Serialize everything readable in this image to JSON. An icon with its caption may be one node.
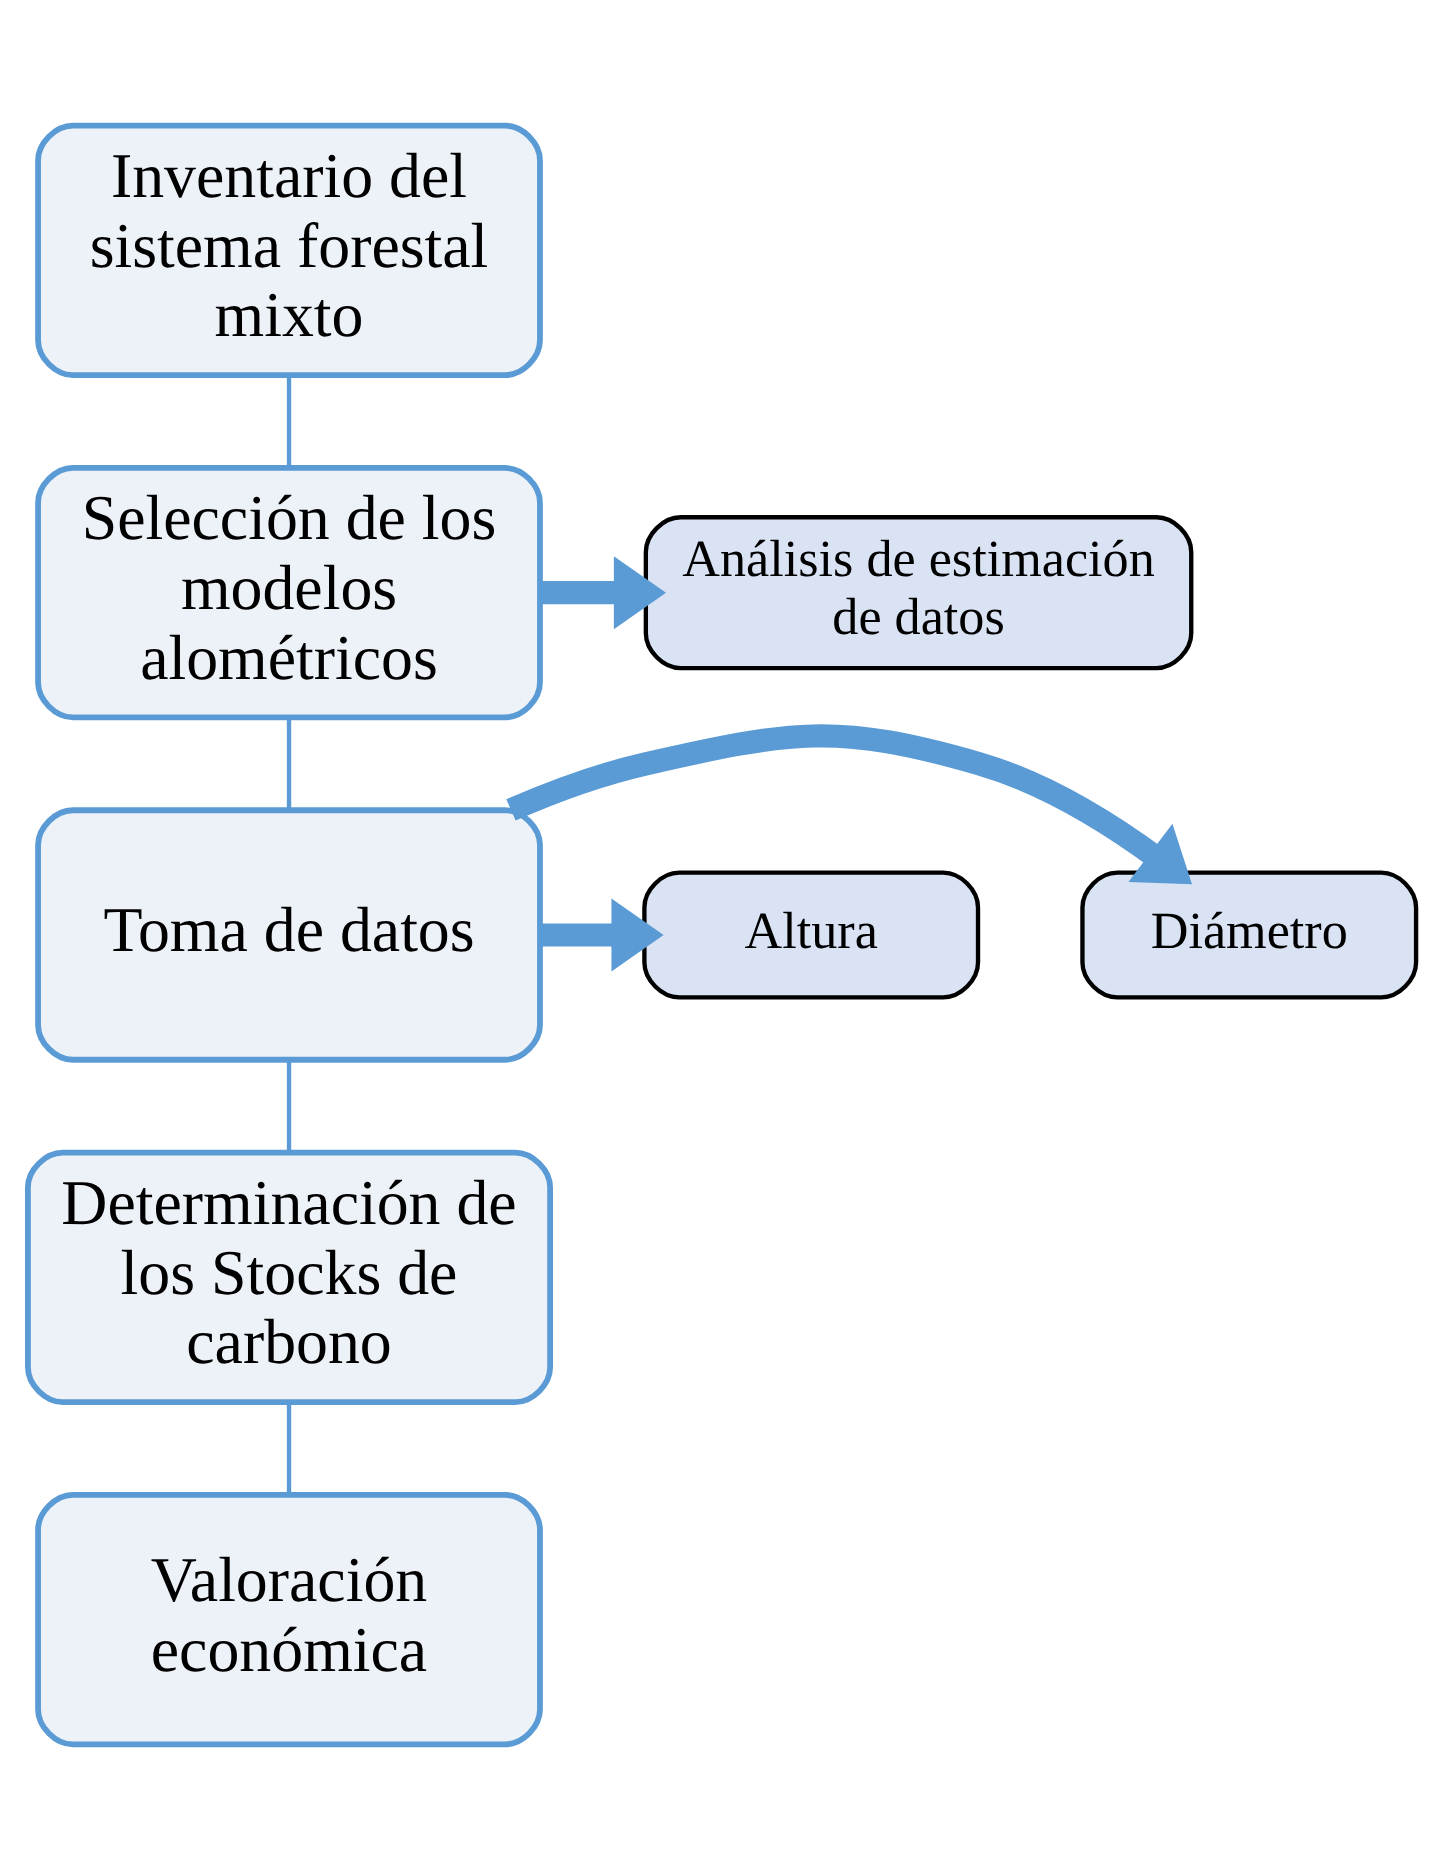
{
  "diagram": {
    "nodes": [
      {
        "text": [
          "Inventario del sistema forestal mixto"
        ]
      },
      {
        "text": [
          "Selección de los modelos alométricos"
        ]
      },
      {
        "text": [
          "Análisis de estimación de datos"
        ]
      },
      {
        "text": [
          "Toma de datos"
        ]
      },
      {
        "text": [
          "Altura"
        ]
      },
      {
        "text": [
          "Diámetro"
        ]
      },
      {
        "text": [
          "Determinación de los Stocks de carbono"
        ]
      },
      {
        "text": [
          "Valoración económica"
        ]
      }
    ],
    "edges": [
      {
        "from": 0,
        "to": 1,
        "arrow": "none"
      },
      {
        "from": 1,
        "to": 2,
        "arrow": "to",
        "style": "thick"
      },
      {
        "from": 1,
        "to": 3,
        "arrow": "none"
      },
      {
        "from": 3,
        "to": 4,
        "arrow": "to",
        "style": "thick"
      },
      {
        "from": 3,
        "to": 5,
        "arrow": "to",
        "style": "thick"
      },
      {
        "from": 3,
        "to": 6,
        "arrow": "none"
      },
      {
        "from": 6,
        "to": 7,
        "arrow": "none"
      }
    ]
  }
}
